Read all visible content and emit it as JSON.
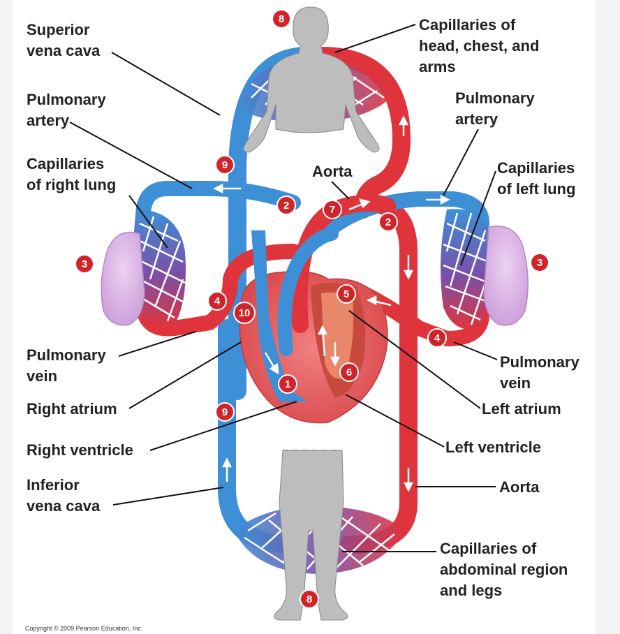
{
  "labels": {
    "superior_vena_cava": [
      "Superior",
      "vena cava"
    ],
    "pulmonary_artery_left_side": [
      "Pulmonary",
      "artery"
    ],
    "capillaries_right_lung": [
      "Capillaries",
      "of right lung"
    ],
    "pulmonary_vein_left_side": [
      "Pulmonary",
      "vein"
    ],
    "right_atrium": [
      "Right atrium"
    ],
    "right_ventricle": [
      "Right ventricle"
    ],
    "inferior_vena_cava": [
      "Inferior",
      "vena cava"
    ],
    "capillaries_head": [
      "Capillaries of",
      "head, chest, and",
      "arms"
    ],
    "pulmonary_artery_right_side": [
      "Pulmonary",
      "artery"
    ],
    "aorta_top": [
      "Aorta"
    ],
    "capillaries_left_lung": [
      "Capillaries",
      "of left lung"
    ],
    "pulmonary_vein_right_side": [
      "Pulmonary",
      "vein"
    ],
    "left_atrium": [
      "Left atrium"
    ],
    "left_ventricle": [
      "Left ventricle"
    ],
    "aorta_bottom": [
      "Aorta"
    ],
    "capillaries_abdominal": [
      "Capillaries of",
      "abdominal region",
      "and legs"
    ]
  },
  "step_markers": [
    "8",
    "9",
    "2",
    "7",
    "2",
    "3",
    "3",
    "4",
    "10",
    "5",
    "4",
    "1",
    "6",
    "9",
    "8"
  ],
  "copyright": "Copyright © 2009 Pearson Education, Inc.",
  "colors": {
    "oxygenated": "#e0343c",
    "deoxygenated": "#3d8fd6",
    "capillary_mix": "#7a4fa8",
    "marker": "#d0232a",
    "heart": "#e86a6a",
    "lung": "#d9b3e6",
    "body_silhouette": "#bdbdbd"
  }
}
